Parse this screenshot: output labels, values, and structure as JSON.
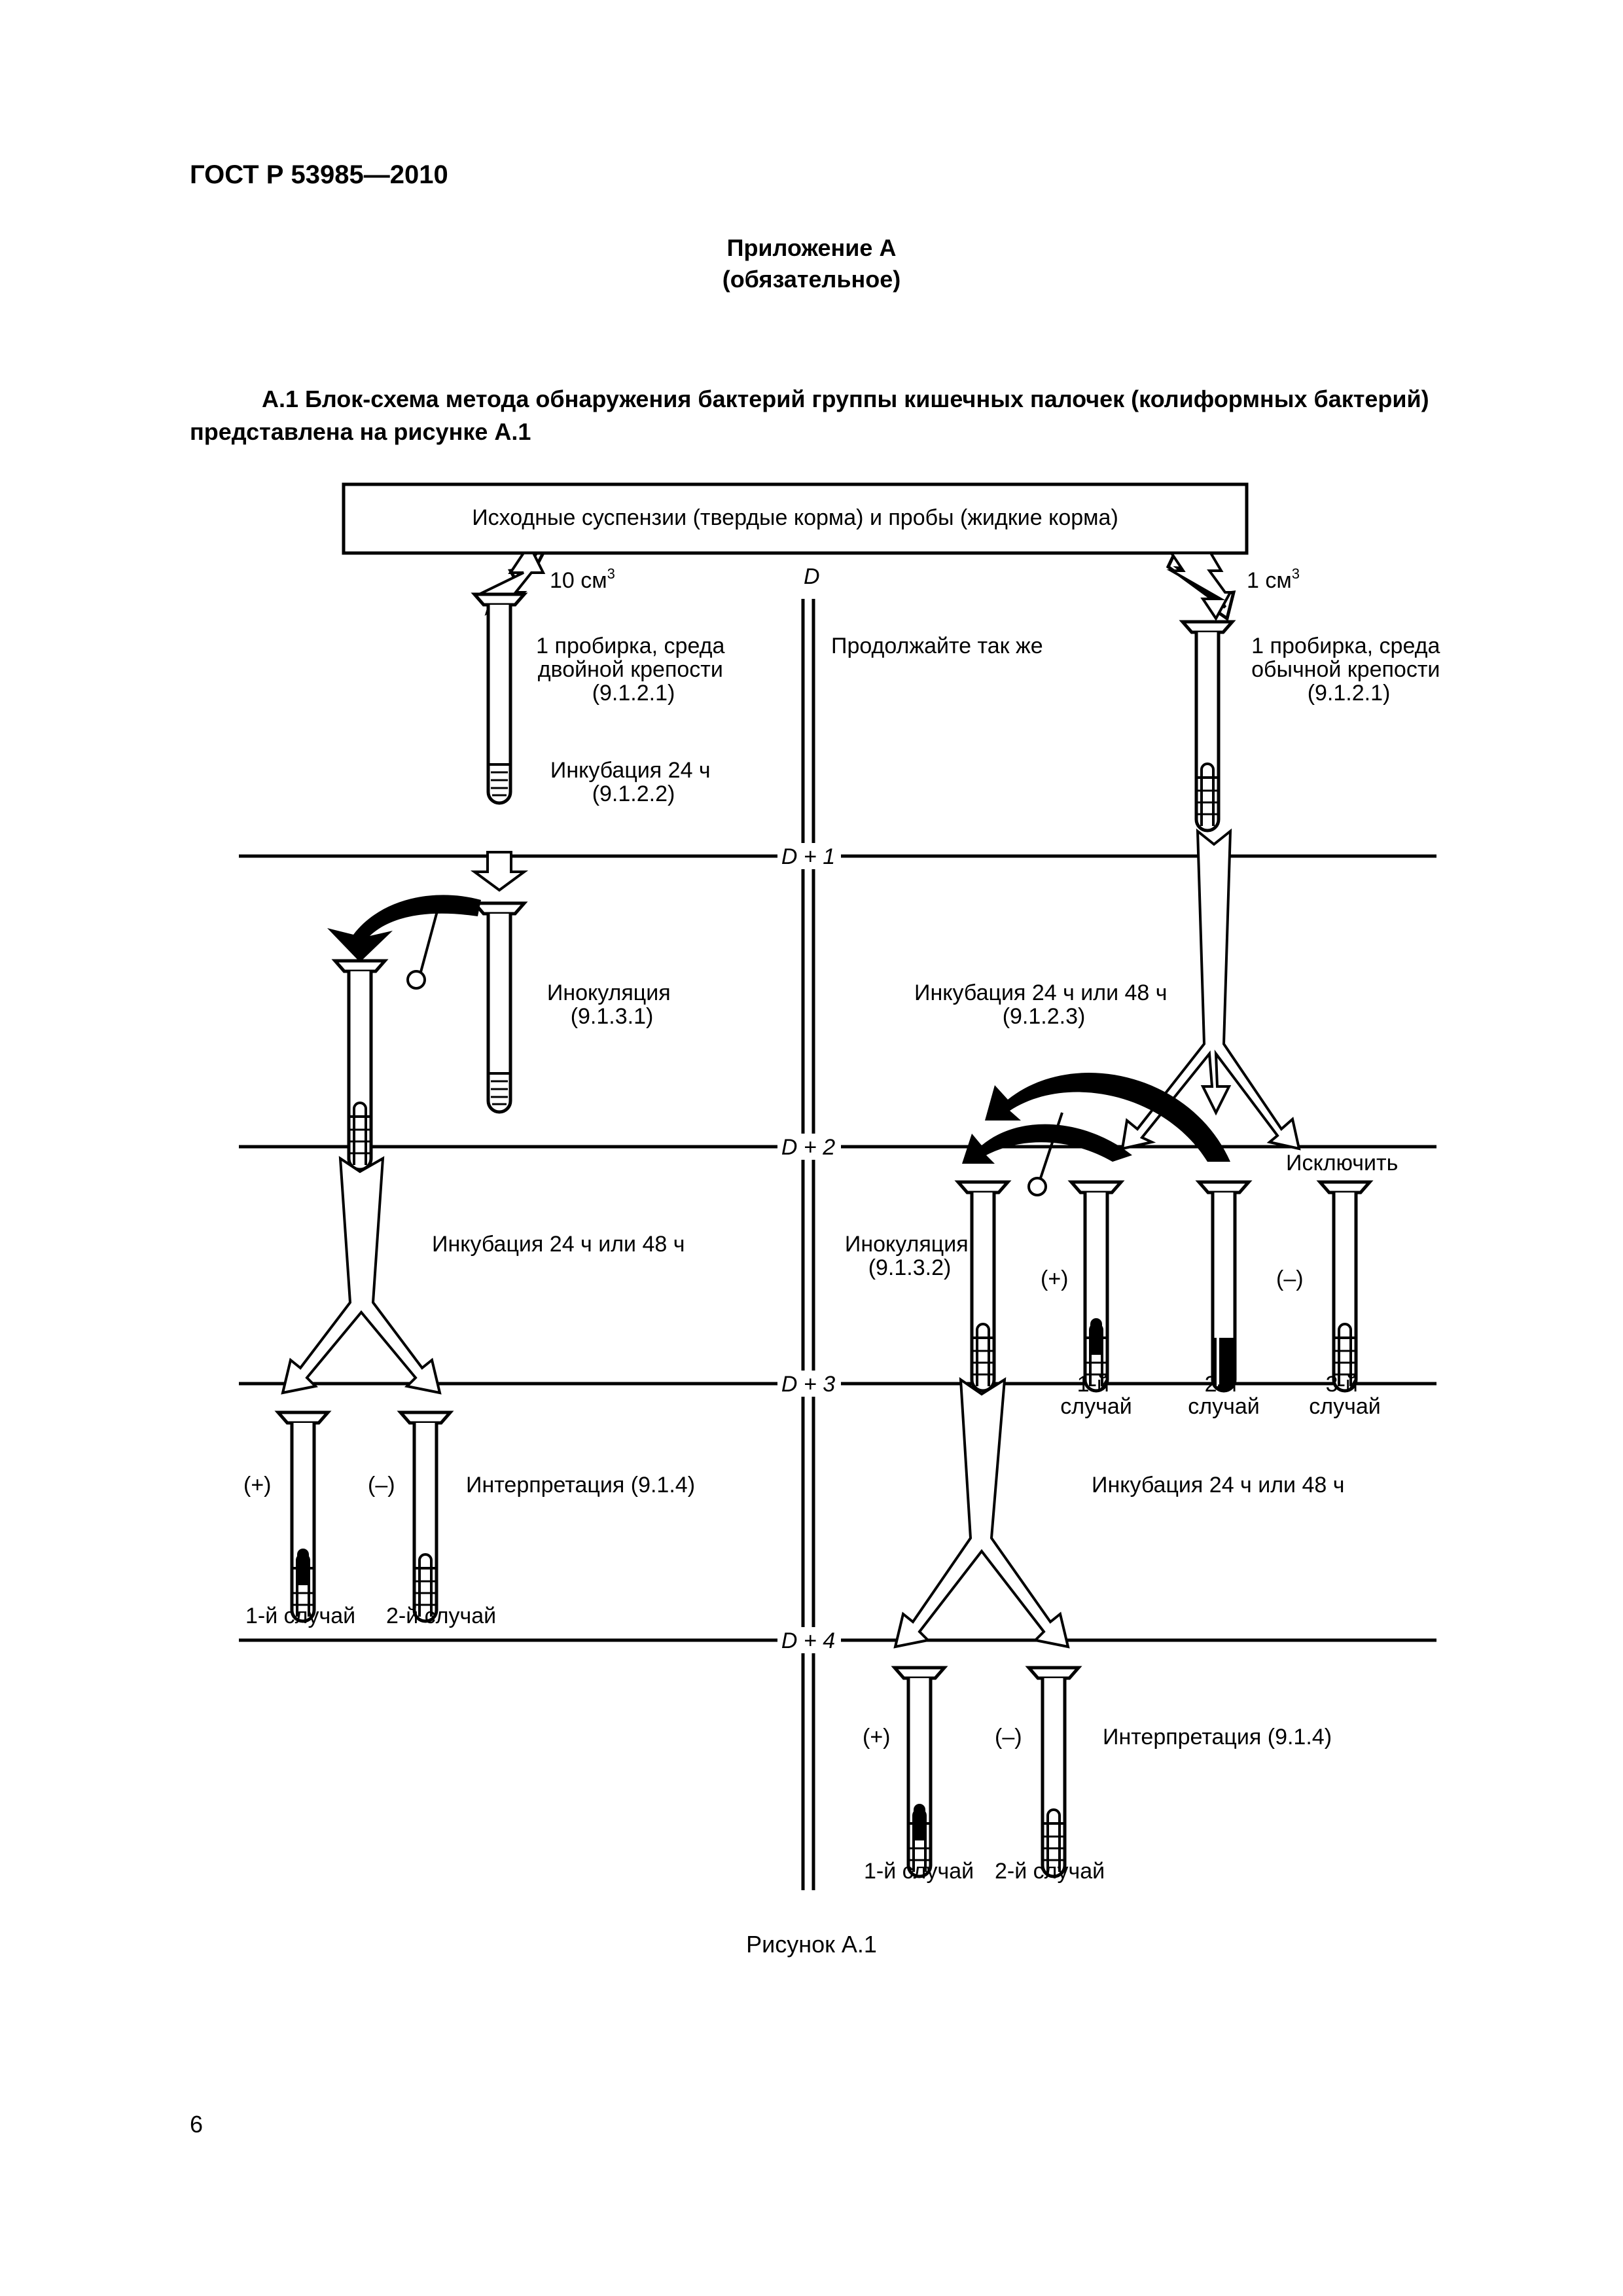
{
  "document": {
    "header": "ГОСТ Р 53985—2010",
    "appendix_title": "Приложение А",
    "appendix_status": "(обязательное)",
    "intro_text": "А.1  Блок-схема метода обнаружения бактерий группы кишечных палочек (колиформных бактерий) представлена на рисунке А.1",
    "caption": "Рисунок А.1",
    "page_number": "6"
  },
  "flowchart": {
    "top_box": "Исходные суспензии (твердые корма) и пробы (жидкие корма)",
    "volume_left": "10 см",
    "volume_left_sup": "3",
    "volume_right": "1 см",
    "volume_right_sup": "3",
    "day_labels": {
      "d0": "D",
      "d1": "D + 1",
      "d2": "D + 2",
      "d3": "D + 3",
      "d4": "D + 4"
    },
    "left_tube_label": [
      "1 пробирка, среда",
      "двойной крепости",
      "(9.1.2.1)"
    ],
    "left_incubation": [
      "Инкубация 24 ч",
      "(9.1.2.2)"
    ],
    "continue_label": "Продолжайте так же",
    "right_tube_label": [
      "1 пробирка, среда",
      "обычной крепости",
      "(9.1.2.1)"
    ],
    "left_inoculation": [
      "Инокуляция",
      "(9.1.3.1)"
    ],
    "right_incubation": [
      "Инкубация 24 ч или 48 ч",
      "(9.1.2.3)"
    ],
    "left_incubation_2": "Инкубация 24 ч или 48 ч",
    "right_inoculation": [
      "Инокуляция",
      "(9.1.3.2)"
    ],
    "exclude_label": "Исключить",
    "plus": "(+)",
    "minus": "(–)",
    "right_cases": [
      [
        "1-й",
        "случай"
      ],
      [
        "2-й",
        "случай"
      ],
      [
        "3-й",
        "случай"
      ]
    ],
    "interpretation": "Интерпретация (9.1.4)",
    "right_incubation_2": "Инкубация 24 ч или 48 ч",
    "case_1": "1-й случай",
    "case_2": "2-й случай"
  }
}
